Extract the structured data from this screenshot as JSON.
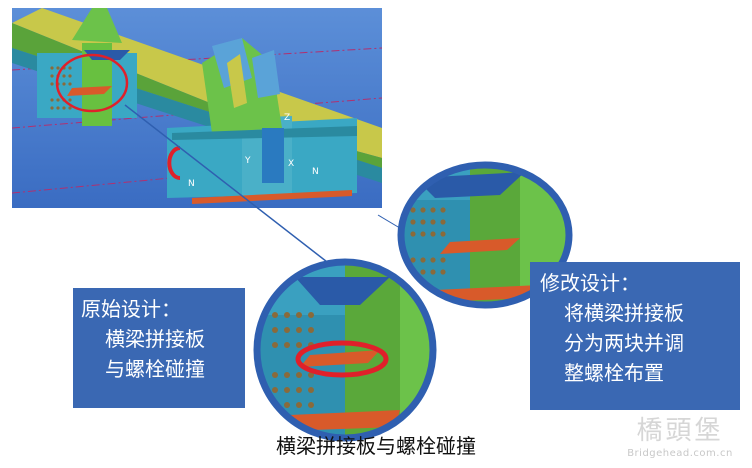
{
  "model_view": {
    "axis_labels": [
      "Z",
      "Y",
      "X",
      "N",
      "N"
    ]
  },
  "original_design": {
    "title": "原始设计：",
    "lines": [
      "横梁拼接板",
      "与螺栓碰撞"
    ]
  },
  "modified_design": {
    "title": "修改设计：",
    "lines": [
      "将横梁拼接板",
      "分为两块并调",
      "整螺栓布置"
    ]
  },
  "caption": "横梁拼接板与螺栓碰撞",
  "watermark": {
    "brand": "橋頭堡",
    "url": "Bridgehead.com.cn"
  },
  "colors": {
    "label_box": "#3a68b3",
    "circle_border": "#2f5fb0",
    "highlight": "#e0202a",
    "steel_green": "#6cc24a",
    "steel_cyan": "#4ab0c8",
    "plate_orange": "#d85a2a",
    "bolt": "#8a6a3a"
  }
}
